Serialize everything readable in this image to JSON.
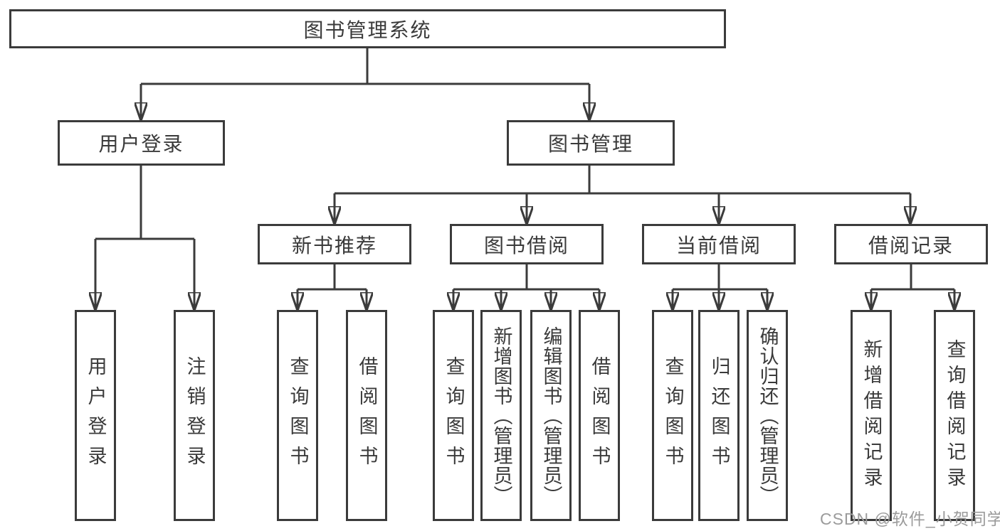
{
  "diagram": {
    "title": "图书管理系统",
    "branches": {
      "user_login": {
        "label": "用户登录",
        "children": [
          "用户登录",
          "注销登录"
        ]
      },
      "book_management": {
        "label": "图书管理",
        "sections": [
          {
            "label": "新书推荐",
            "children": [
              "查询图书",
              "借阅图书"
            ]
          },
          {
            "label": "图书借阅",
            "children": [
              "查询图书",
              "新增图书（管理员）",
              "编辑图书（管理员）",
              "借阅图书"
            ]
          },
          {
            "label": "当前借阅",
            "children": [
              "查询图书",
              "归还图书",
              "确认归还（管理员）"
            ]
          },
          {
            "label": "借阅记录",
            "children": [
              "新增借阅记录",
              "查询借阅记录"
            ]
          }
        ]
      }
    },
    "watermark": "CSDN @软件_小贺同学",
    "colors": {
      "line": "#3b3b3b",
      "text": "#3a3a3a",
      "watermark": "#9b9b9b",
      "background": "#ffffff"
    }
  }
}
